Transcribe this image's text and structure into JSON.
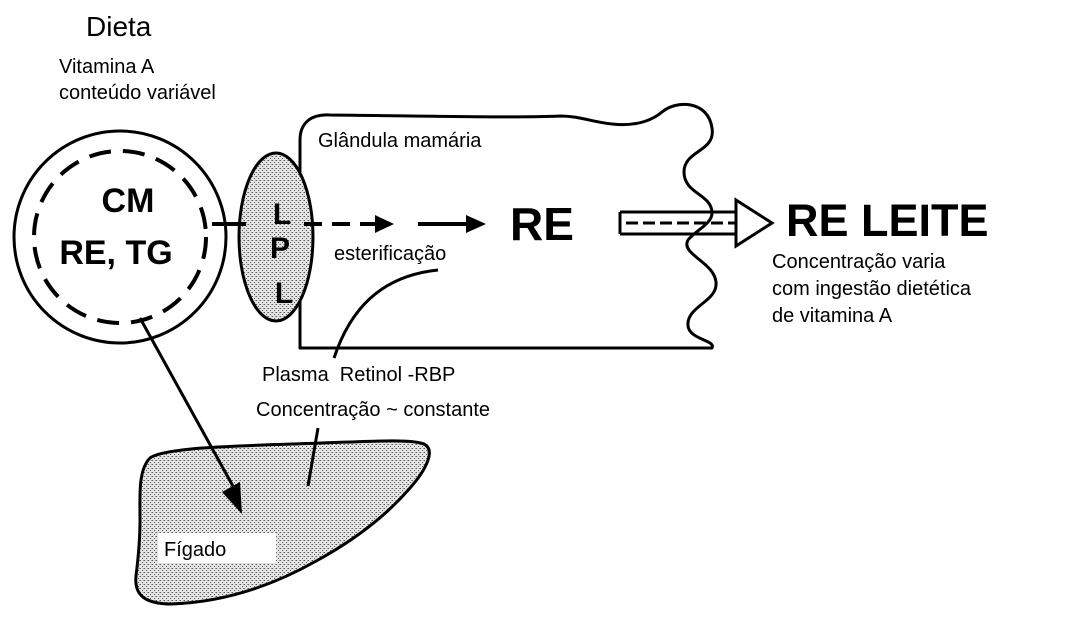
{
  "diet": {
    "title": "Dieta",
    "line1": "Vitamina A",
    "line2": "conteúdo variável"
  },
  "chylomicron": {
    "line1": "CM",
    "line2": "RE, TG"
  },
  "lpl": {
    "letter1": "L",
    "letter2": "P",
    "letter3": "L"
  },
  "gland": {
    "label": "Glândula mamária",
    "re": "RE",
    "esterification": "esterificação"
  },
  "milk": {
    "title": "RE LEITE",
    "line1": "Concentração varia",
    "line2": "com ingestão dietética",
    "line3": "de vitamina A"
  },
  "plasma": {
    "line1": "Plasma  Retinol -RBP",
    "line2": "Concentração ~ constante"
  },
  "liver": {
    "label": "Fígado"
  },
  "colors": {
    "ink": "#000000",
    "background": "#ffffff",
    "stipple": "#bdbdbd"
  }
}
